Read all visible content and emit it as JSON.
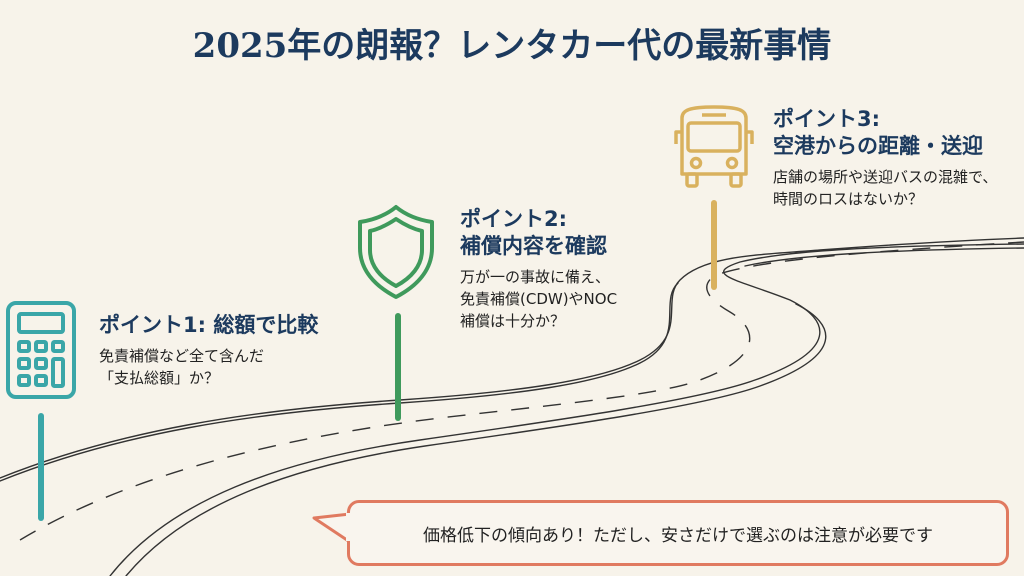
{
  "title": "2025年の朗報？レンタカー代の最新事情",
  "colors": {
    "background": "#f7f3ea",
    "title": "#1c3a5e",
    "point1": "#3aa6a8",
    "point2": "#3f9a5c",
    "point3": "#d9b15e",
    "callout_border": "#e07a60",
    "road": "#333333"
  },
  "points": [
    {
      "heading": "ポイント1: 総額で比較",
      "desc_line1": "免責補償など全て含んだ",
      "desc_line2": "「支払総額」か？",
      "icon": "calculator-icon"
    },
    {
      "heading_line1": "ポイント2:",
      "heading_line2": "補償内容を確認",
      "desc_line1": "万が一の事故に備え、",
      "desc_line2": "免責補償(CDW)やNOC",
      "desc_line3": "補償は十分か？",
      "icon": "shield-icon"
    },
    {
      "heading_line1": "ポイント3:",
      "heading_line2": "空港からの距離・送迎",
      "desc_line1": "店舗の場所や送迎バスの混雑で、",
      "desc_line2": "時間のロスはないか？",
      "icon": "bus-icon"
    }
  ],
  "callout": {
    "text": "価格低下の傾向あり！ただし、安さだけで選ぶのは注意が必要です"
  }
}
